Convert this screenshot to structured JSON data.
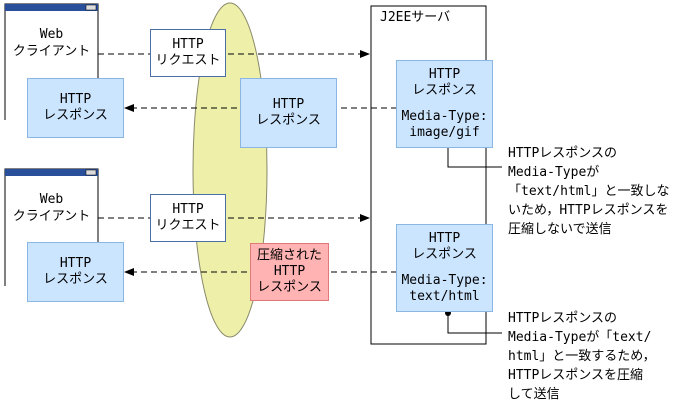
{
  "clients": [
    {
      "web_label": "Web",
      "client_label": "クライアント",
      "resp_l1": "HTTP",
      "resp_l2": "レスポンス"
    },
    {
      "web_label": "Web",
      "client_label": "クライアント",
      "resp_l1": "HTTP",
      "resp_l2": "レスポンス"
    }
  ],
  "server": {
    "title": "J2EEサーバ"
  },
  "requests": [
    {
      "l1": "HTTP",
      "l2": "リクエスト"
    },
    {
      "l1": "HTTP",
      "l2": "リクエスト"
    }
  ],
  "middle_responses": [
    {
      "l1": "HTTP",
      "l2": "レスポンス"
    },
    {
      "l1": "圧縮された",
      "l2": "HTTP",
      "l3": "レスポンス"
    }
  ],
  "server_responses": [
    {
      "l1": "HTTP",
      "l2": "レスポンス",
      "media_label": "Media-Type:",
      "media_value": "image/gif"
    },
    {
      "l1": "HTTP",
      "l2": "レスポンス",
      "media_label": "Media-Type:",
      "media_value": "text/html"
    }
  ],
  "notes": [
    {
      "lines": [
        "HTTPレスポンスの",
        "Media-Typeが",
        "「text/html」と一致しな",
        "いため，HTTPレスポンスを",
        "圧縮しないで送信"
      ]
    },
    {
      "lines": [
        "HTTPレスポンスの",
        "Media-Typeが「text/",
        "html」と一致するため，",
        "HTTPレスポンスを圧縮",
        "して送信"
      ]
    }
  ],
  "colors": {
    "response_box": "#cce5ff",
    "compressed_box": "#ffb3b3",
    "filter_ellipse": "#eef0aa"
  }
}
